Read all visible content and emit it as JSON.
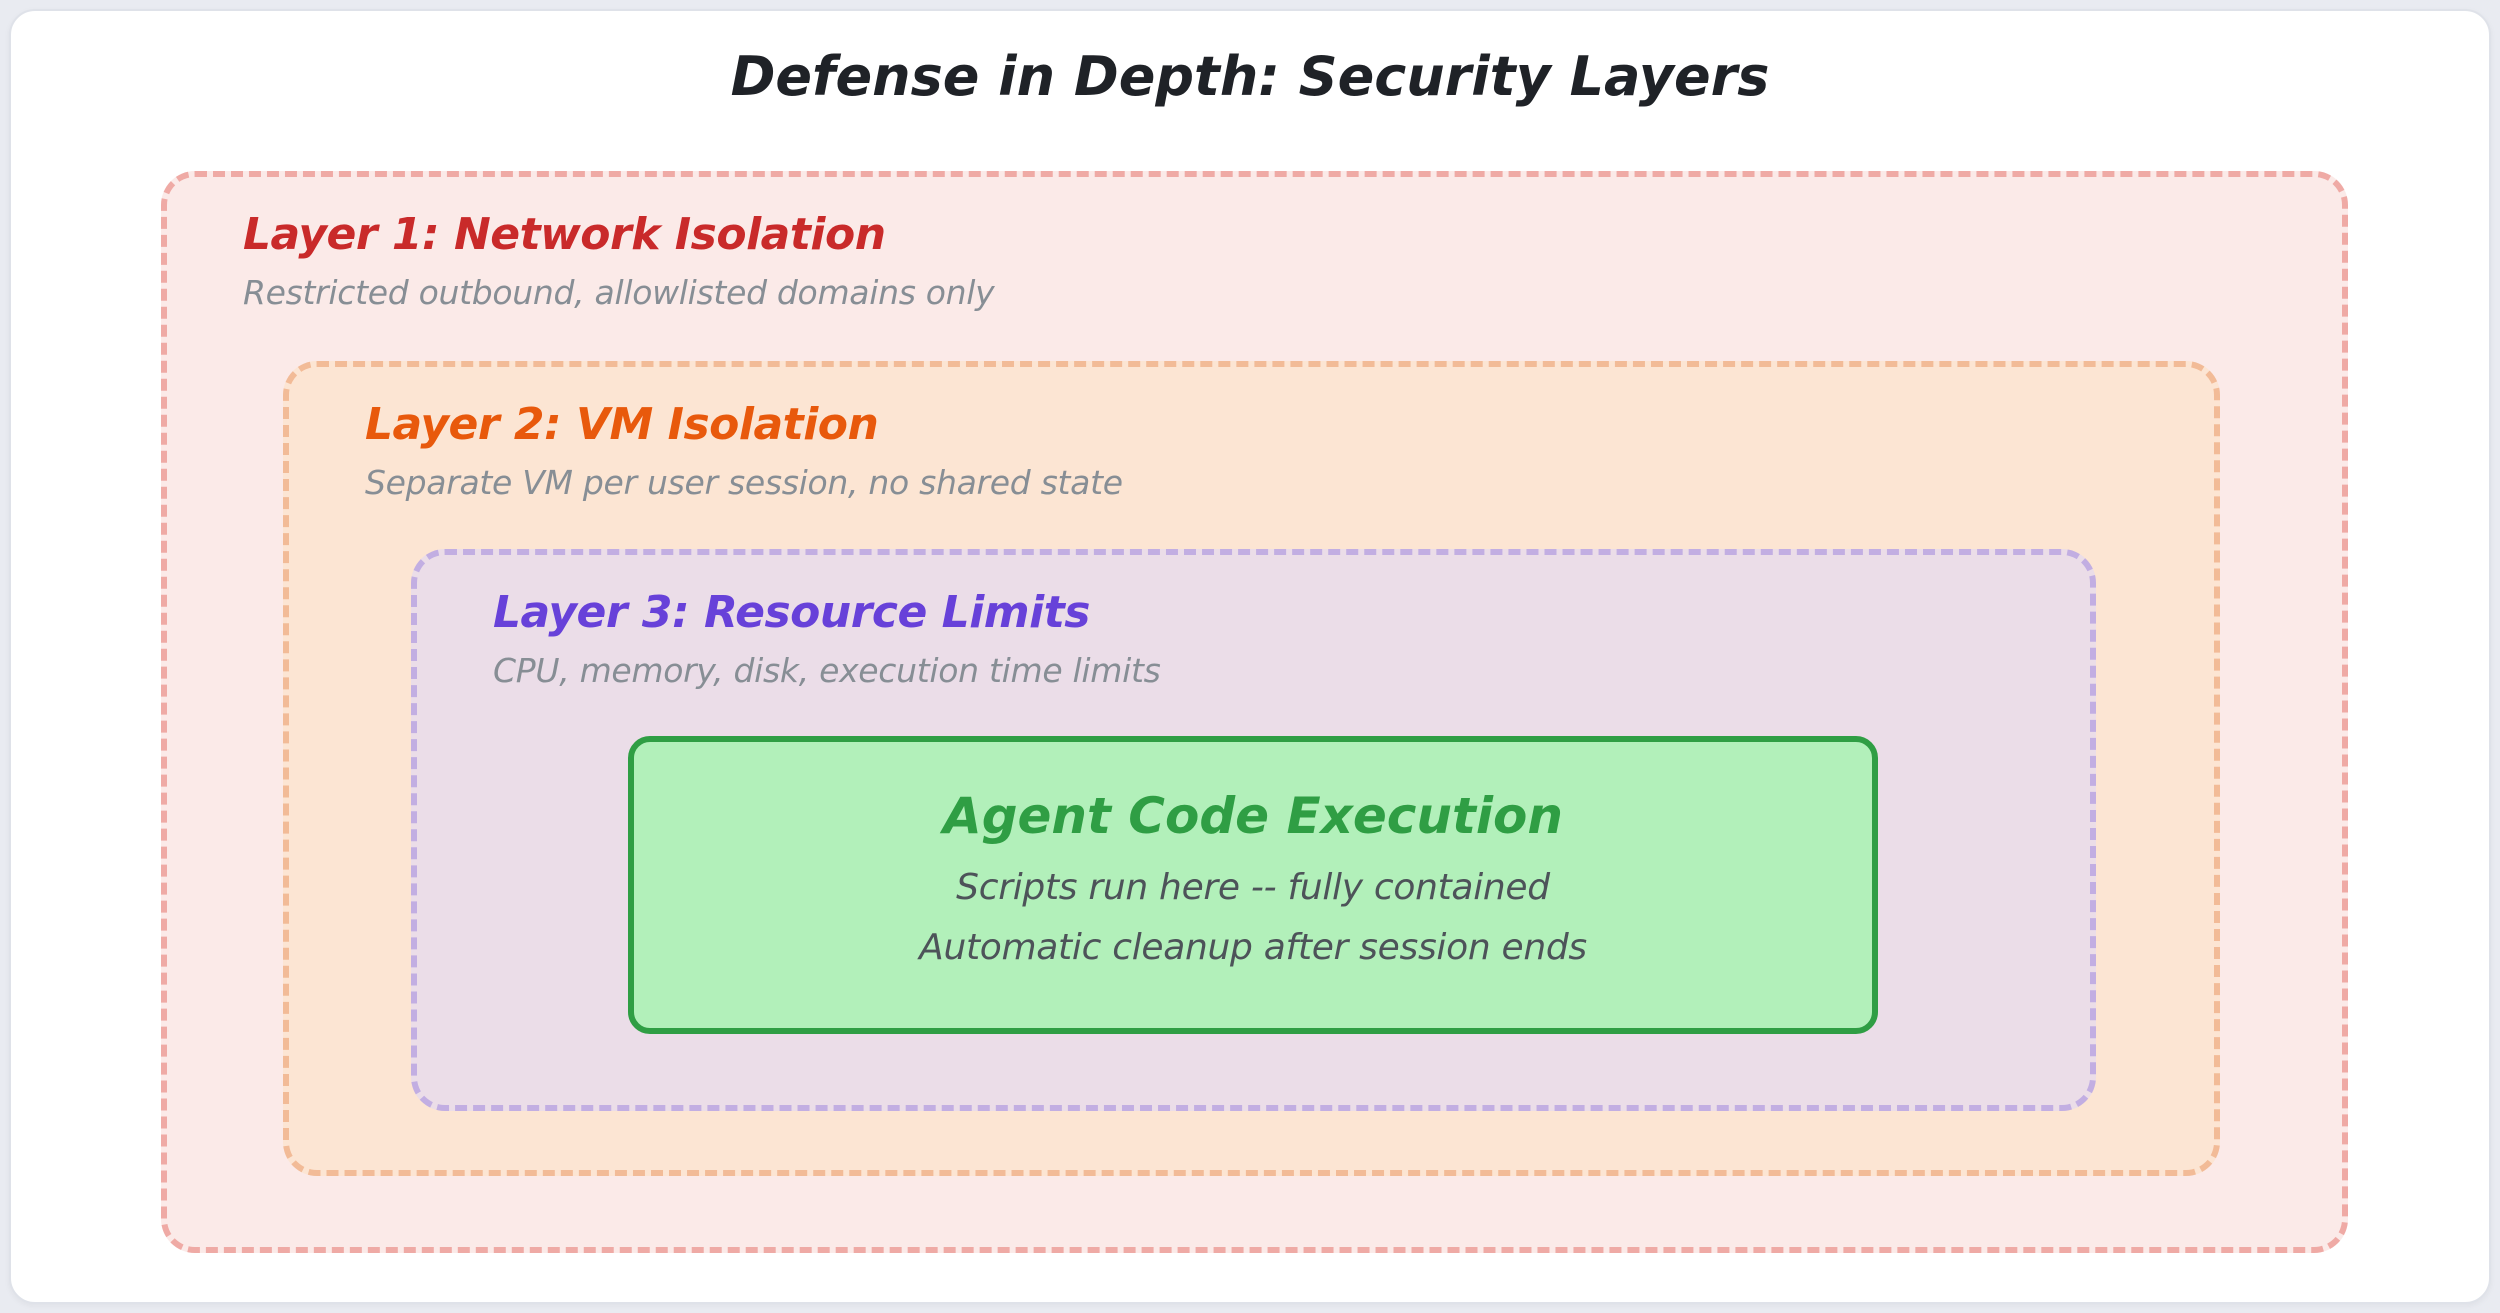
{
  "title": {
    "text": "Defense in Depth: Security Layers",
    "color": "#1f2227"
  },
  "subtitle_color": "#878e95",
  "layers": [
    {
      "heading": "Layer 1: Network Isolation",
      "subtitle": "Restricted outbound, allowlisted domains only",
      "heading_color": "#c92a2a",
      "border": "#efaaa5",
      "fill": "#fbeae8"
    },
    {
      "heading": "Layer 2: VM Isolation",
      "subtitle": "Separate VM per user session, no shared state",
      "heading_color": "#e8590c",
      "border": "#f2bb97",
      "fill": "#fce5d3"
    },
    {
      "heading": "Layer 3: Resource Limits",
      "subtitle": "CPU, memory, disk, execution time limits",
      "heading_color": "#6741d9",
      "border": "#c2aee2",
      "fill": "#ebdde8"
    }
  ],
  "core": {
    "heading": "Agent Code Execution",
    "line1": "Scripts run here -- fully contained",
    "line2": "Automatic cleanup after session ends",
    "heading_color": "#2f9e44",
    "border": "#2f9e44",
    "fill": "#b2f0ba",
    "body_color": "#4d5359"
  }
}
